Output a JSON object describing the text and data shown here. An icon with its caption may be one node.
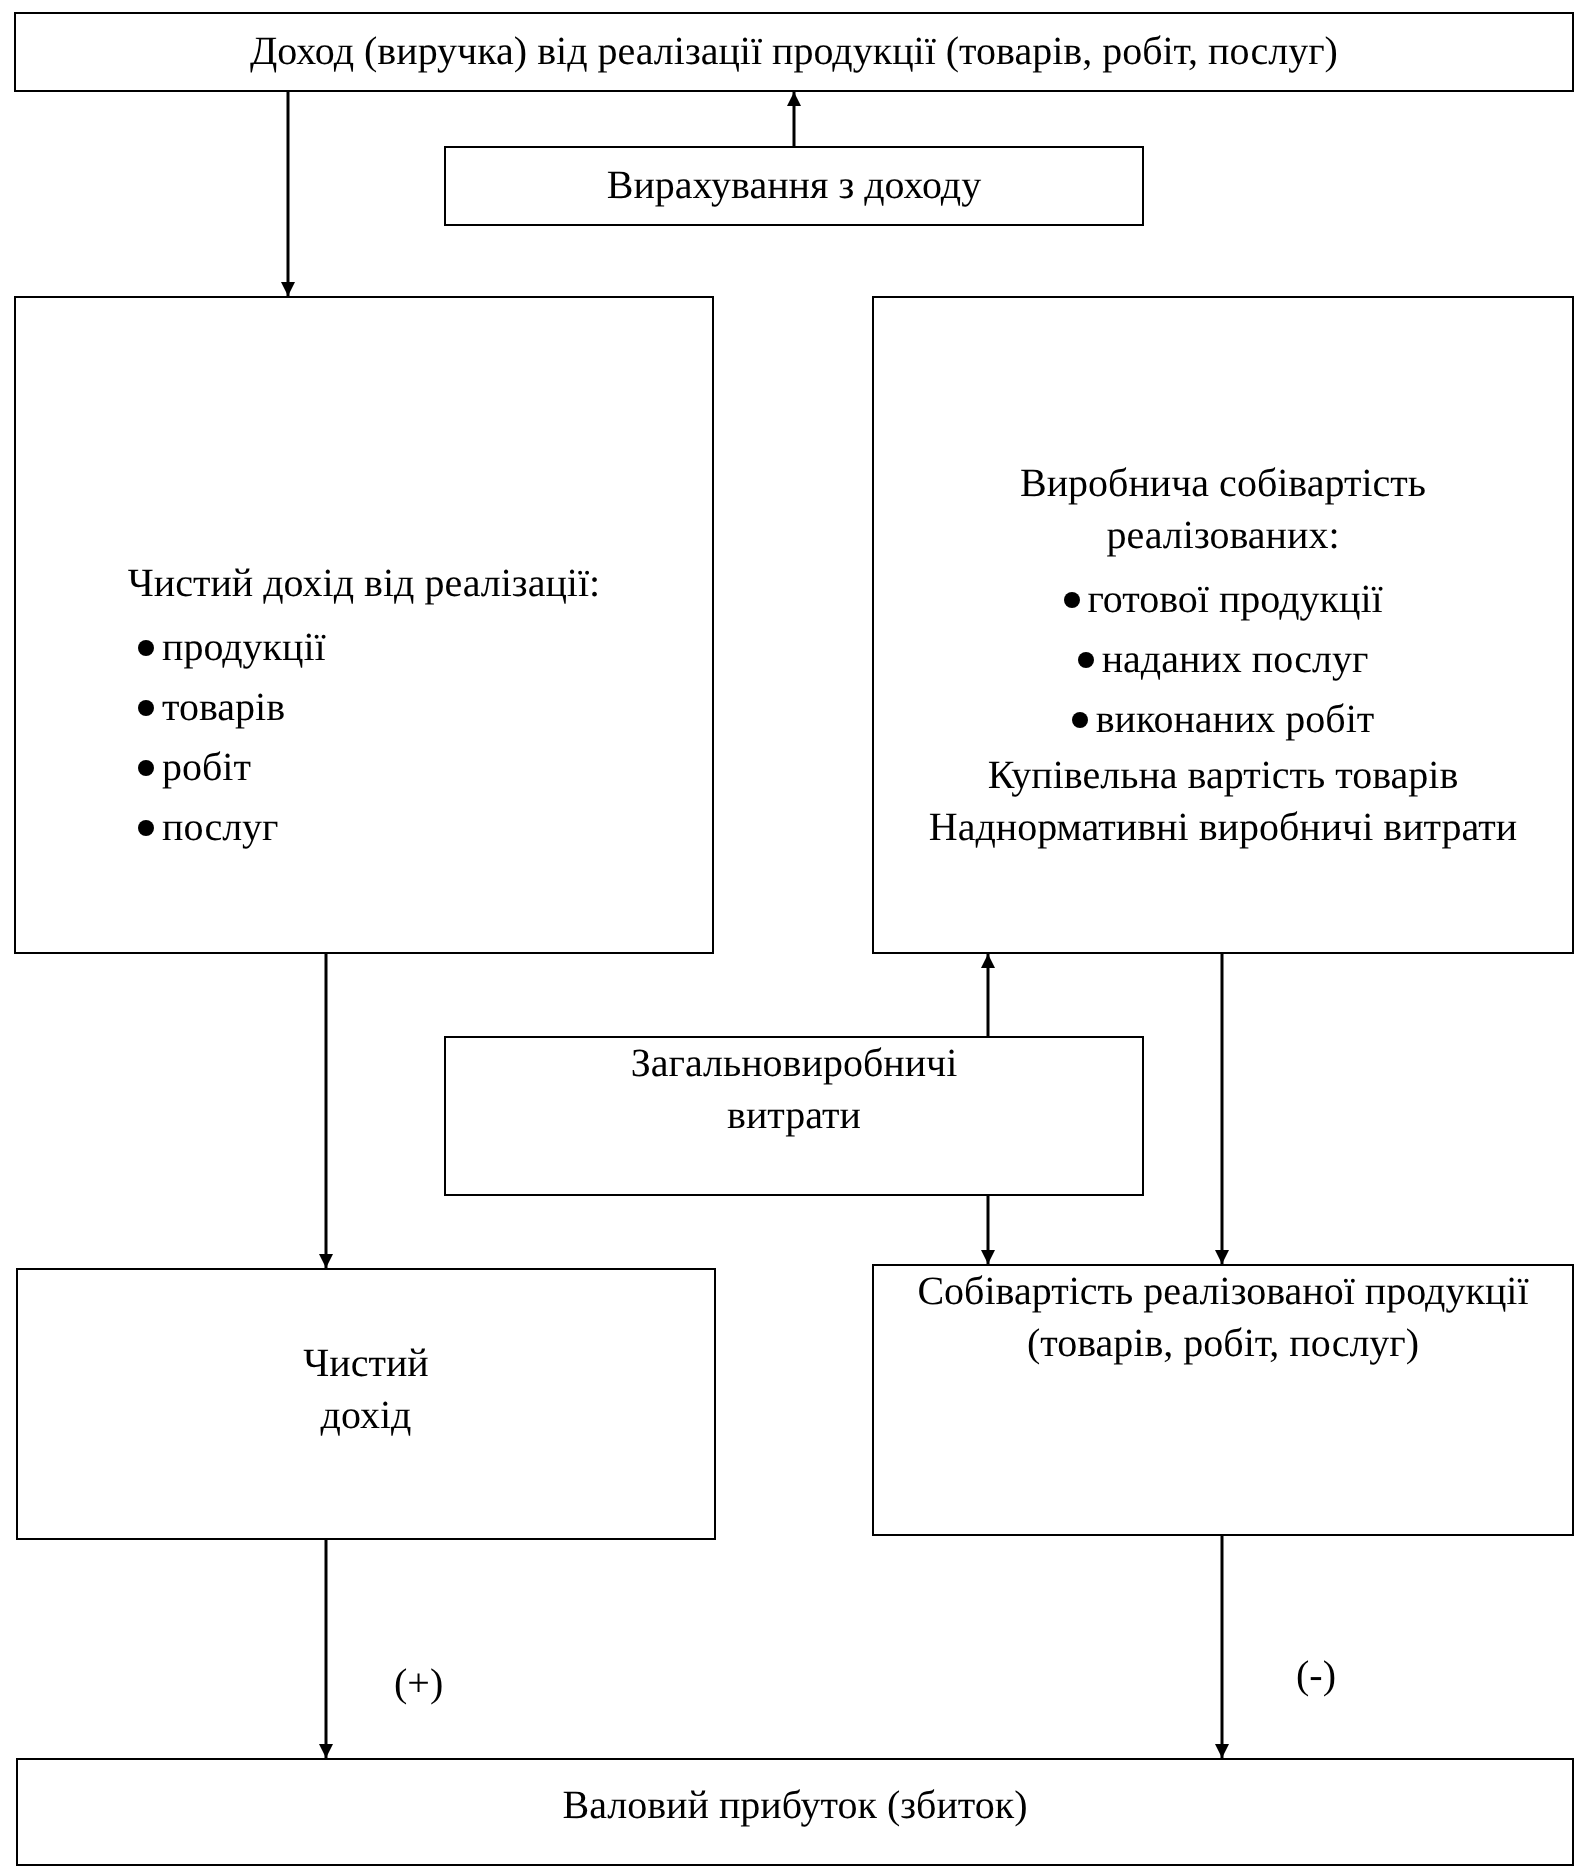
{
  "diagram": {
    "nodes": [
      {
        "text": [
          "Доход (виручка) від реалізації продукції (товарів, робіт, послуг)"
        ]
      },
      {
        "text": [
          "Вирахування з доходу"
        ]
      },
      {
        "text": [
          "Чистий дохід від реалізації:",
          "продукції",
          "товарів",
          "робіт",
          "послуг"
        ]
      },
      {
        "text": [
          "Виробнича собівартість реалізованих:",
          "готової продукції",
          "наданих послуг",
          "виконаних робіт",
          "Купівельна вартість товарів",
          "Наднормативні виробничі витрати"
        ]
      },
      {
        "text": [
          "Загальновиробничі витрати"
        ]
      },
      {
        "text": [
          "Чистий дохід"
        ]
      },
      {
        "text": [
          "Собівартість реалізованої продукції (товарів, робіт, послуг)"
        ]
      },
      {
        "text": [
          "Валовий прибуток (збиток)"
        ]
      }
    ],
    "edges": [
      {
        "from": 0,
        "to": 2,
        "arrow": "to"
      },
      {
        "from": 1,
        "to": 0,
        "arrow": "to"
      },
      {
        "from": 4,
        "to": 3,
        "arrow": "to"
      },
      {
        "from": 4,
        "to": 6,
        "arrow": "to"
      },
      {
        "from": 3,
        "to": 6,
        "arrow": "to"
      },
      {
        "from": 2,
        "to": 5,
        "arrow": "to"
      },
      {
        "from": 5,
        "to": 7,
        "arrow": "to",
        "label": "(+)"
      },
      {
        "from": 6,
        "to": 7,
        "arrow": "to",
        "label": "(-)"
      }
    ]
  }
}
